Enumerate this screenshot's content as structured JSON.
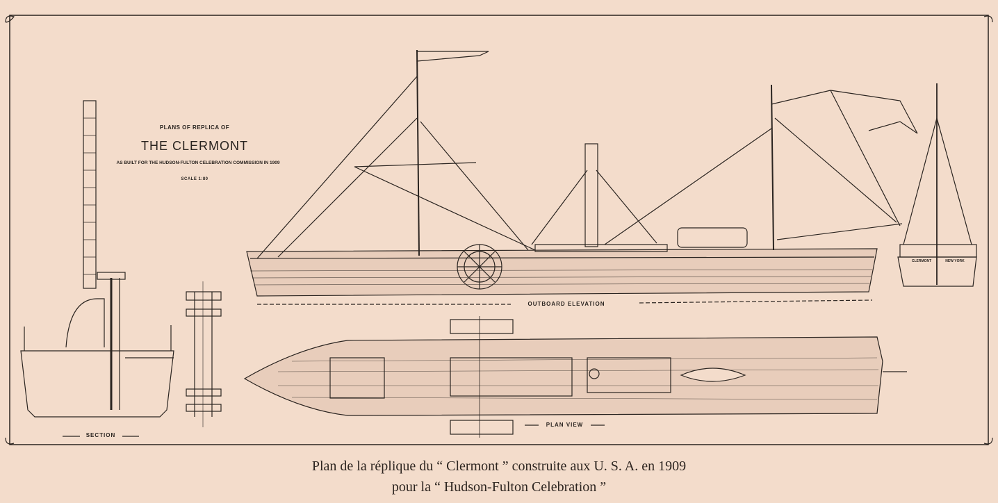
{
  "plate": {
    "subtitle_top": "PLANS OF REPLICA OF",
    "title": "THE CLERMONT",
    "subtitle_bottom": "AS BUILT FOR THE HUDSON-FULTON CELEBRATION COMMISSION IN 1909",
    "scale": "SCALE 1:80"
  },
  "views": {
    "section": "SECTION",
    "elevation": "OUTBOARD ELEVATION",
    "plan": "PLAN VIEW",
    "stern_names": [
      "CLERMONT",
      "NEW YORK"
    ]
  },
  "caption": {
    "line1": "Plan de la réplique du “ Clermont ” construite aux U. S. A. en 1909",
    "line2": "pour la “ Hudson-Fulton Celebration ”"
  },
  "colors": {
    "paper": "#f3dccb",
    "ink": "#2a2420"
  }
}
